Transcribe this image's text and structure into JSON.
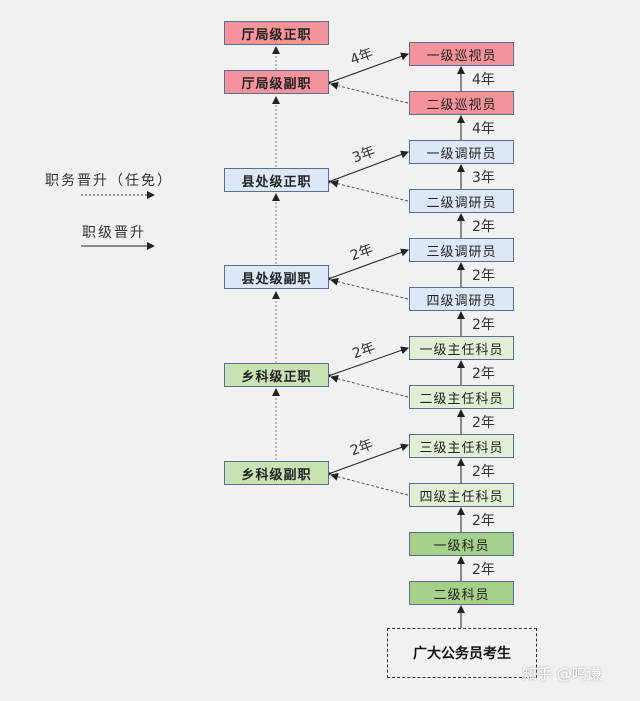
{
  "legend": {
    "position_promotion": "职务晋升（任免）",
    "rank_promotion": "职级晋升"
  },
  "positions": [
    {
      "id": "ting-zheng",
      "label": "厅局级正职",
      "color": "#f4949a"
    },
    {
      "id": "ting-fu",
      "label": "厅局级副职",
      "color": "#f4949a"
    },
    {
      "id": "xian-zheng",
      "label": "县处级正职",
      "color": "#dce8f5"
    },
    {
      "id": "xian-fu",
      "label": "县处级副职",
      "color": "#dce8f5"
    },
    {
      "id": "xiang-zheng",
      "label": "乡科级正职",
      "color": "#c9e2b4"
    },
    {
      "id": "xiang-fu",
      "label": "乡科级副职",
      "color": "#c9e2b4"
    }
  ],
  "ranks": [
    {
      "id": "xunshi-1",
      "label": "一级巡视员"
    },
    {
      "id": "xunshi-2",
      "label": "二级巡视员"
    },
    {
      "id": "tiaoyan-1",
      "label": "一级调研员"
    },
    {
      "id": "tiaoyan-2",
      "label": "二级调研员"
    },
    {
      "id": "tiaoyan-3",
      "label": "三级调研员"
    },
    {
      "id": "tiaoyan-4",
      "label": "四级调研员"
    },
    {
      "id": "zhuren-1",
      "label": "一级主任科员"
    },
    {
      "id": "zhuren-2",
      "label": "二级主任科员"
    },
    {
      "id": "zhuren-3",
      "label": "三级主任科员"
    },
    {
      "id": "zhuren-4",
      "label": "四级主任科员"
    },
    {
      "id": "keyuan-1",
      "label": "一级科员"
    },
    {
      "id": "keyuan-2",
      "label": "二级科员"
    }
  ],
  "rank_intervals": [
    "4年",
    "4年",
    "3年",
    "2年",
    "2年",
    "2年",
    "2年",
    "2年",
    "2年",
    "2年",
    "2年"
  ],
  "cross_intervals": [
    "4年",
    "3年",
    "2年",
    "2年",
    "2年"
  ],
  "candidate": "广大公务员考生",
  "watermark": "知乎 @鸣谦"
}
